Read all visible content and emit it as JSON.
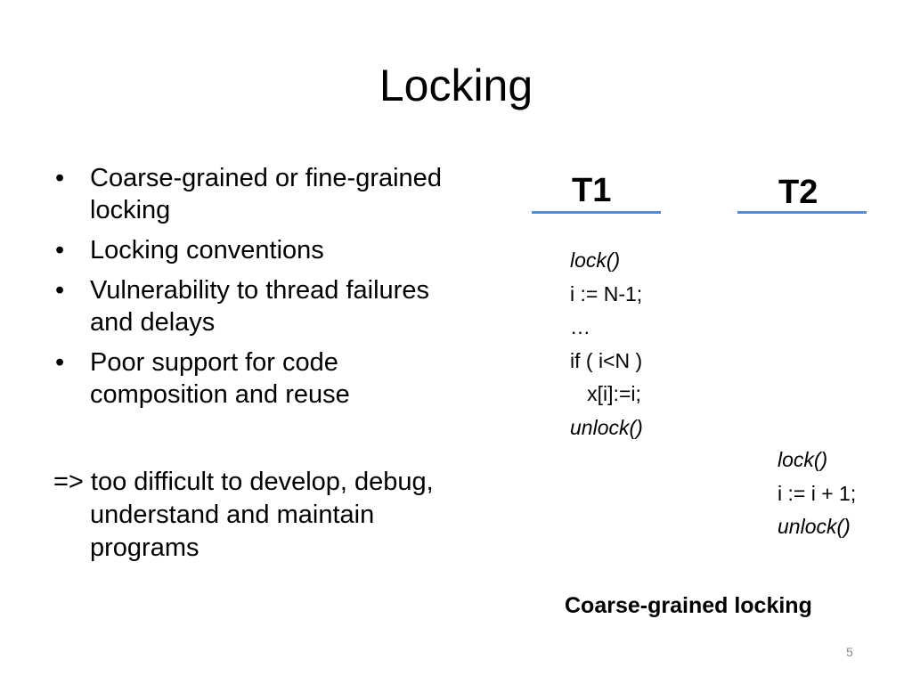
{
  "slide": {
    "title": "Locking",
    "page_number": "5"
  },
  "left_column": {
    "bullet_char": "•",
    "bullets": [
      "Coarse-grained or fine-grained locking",
      "Locking conventions",
      "Vulnerability to thread failures and delays",
      "Poor support for code composition and reuse"
    ],
    "conclusion": "=> too difficult to develop, debug, understand and maintain programs"
  },
  "right_column": {
    "t1_heading": "T1",
    "t2_heading": "T2",
    "t1_code": [
      "lock()",
      "i := N-1;",
      "…",
      "if ( i<N )",
      "   x[i]:=i;",
      "unlock()"
    ],
    "t2_code": [
      "lock()",
      "i := i + 1;",
      "unlock()"
    ],
    "caption": "Coarse-grained locking"
  },
  "colors": {
    "heading_underline": "#5b8bc8",
    "page_number": "#8a8a8a"
  }
}
